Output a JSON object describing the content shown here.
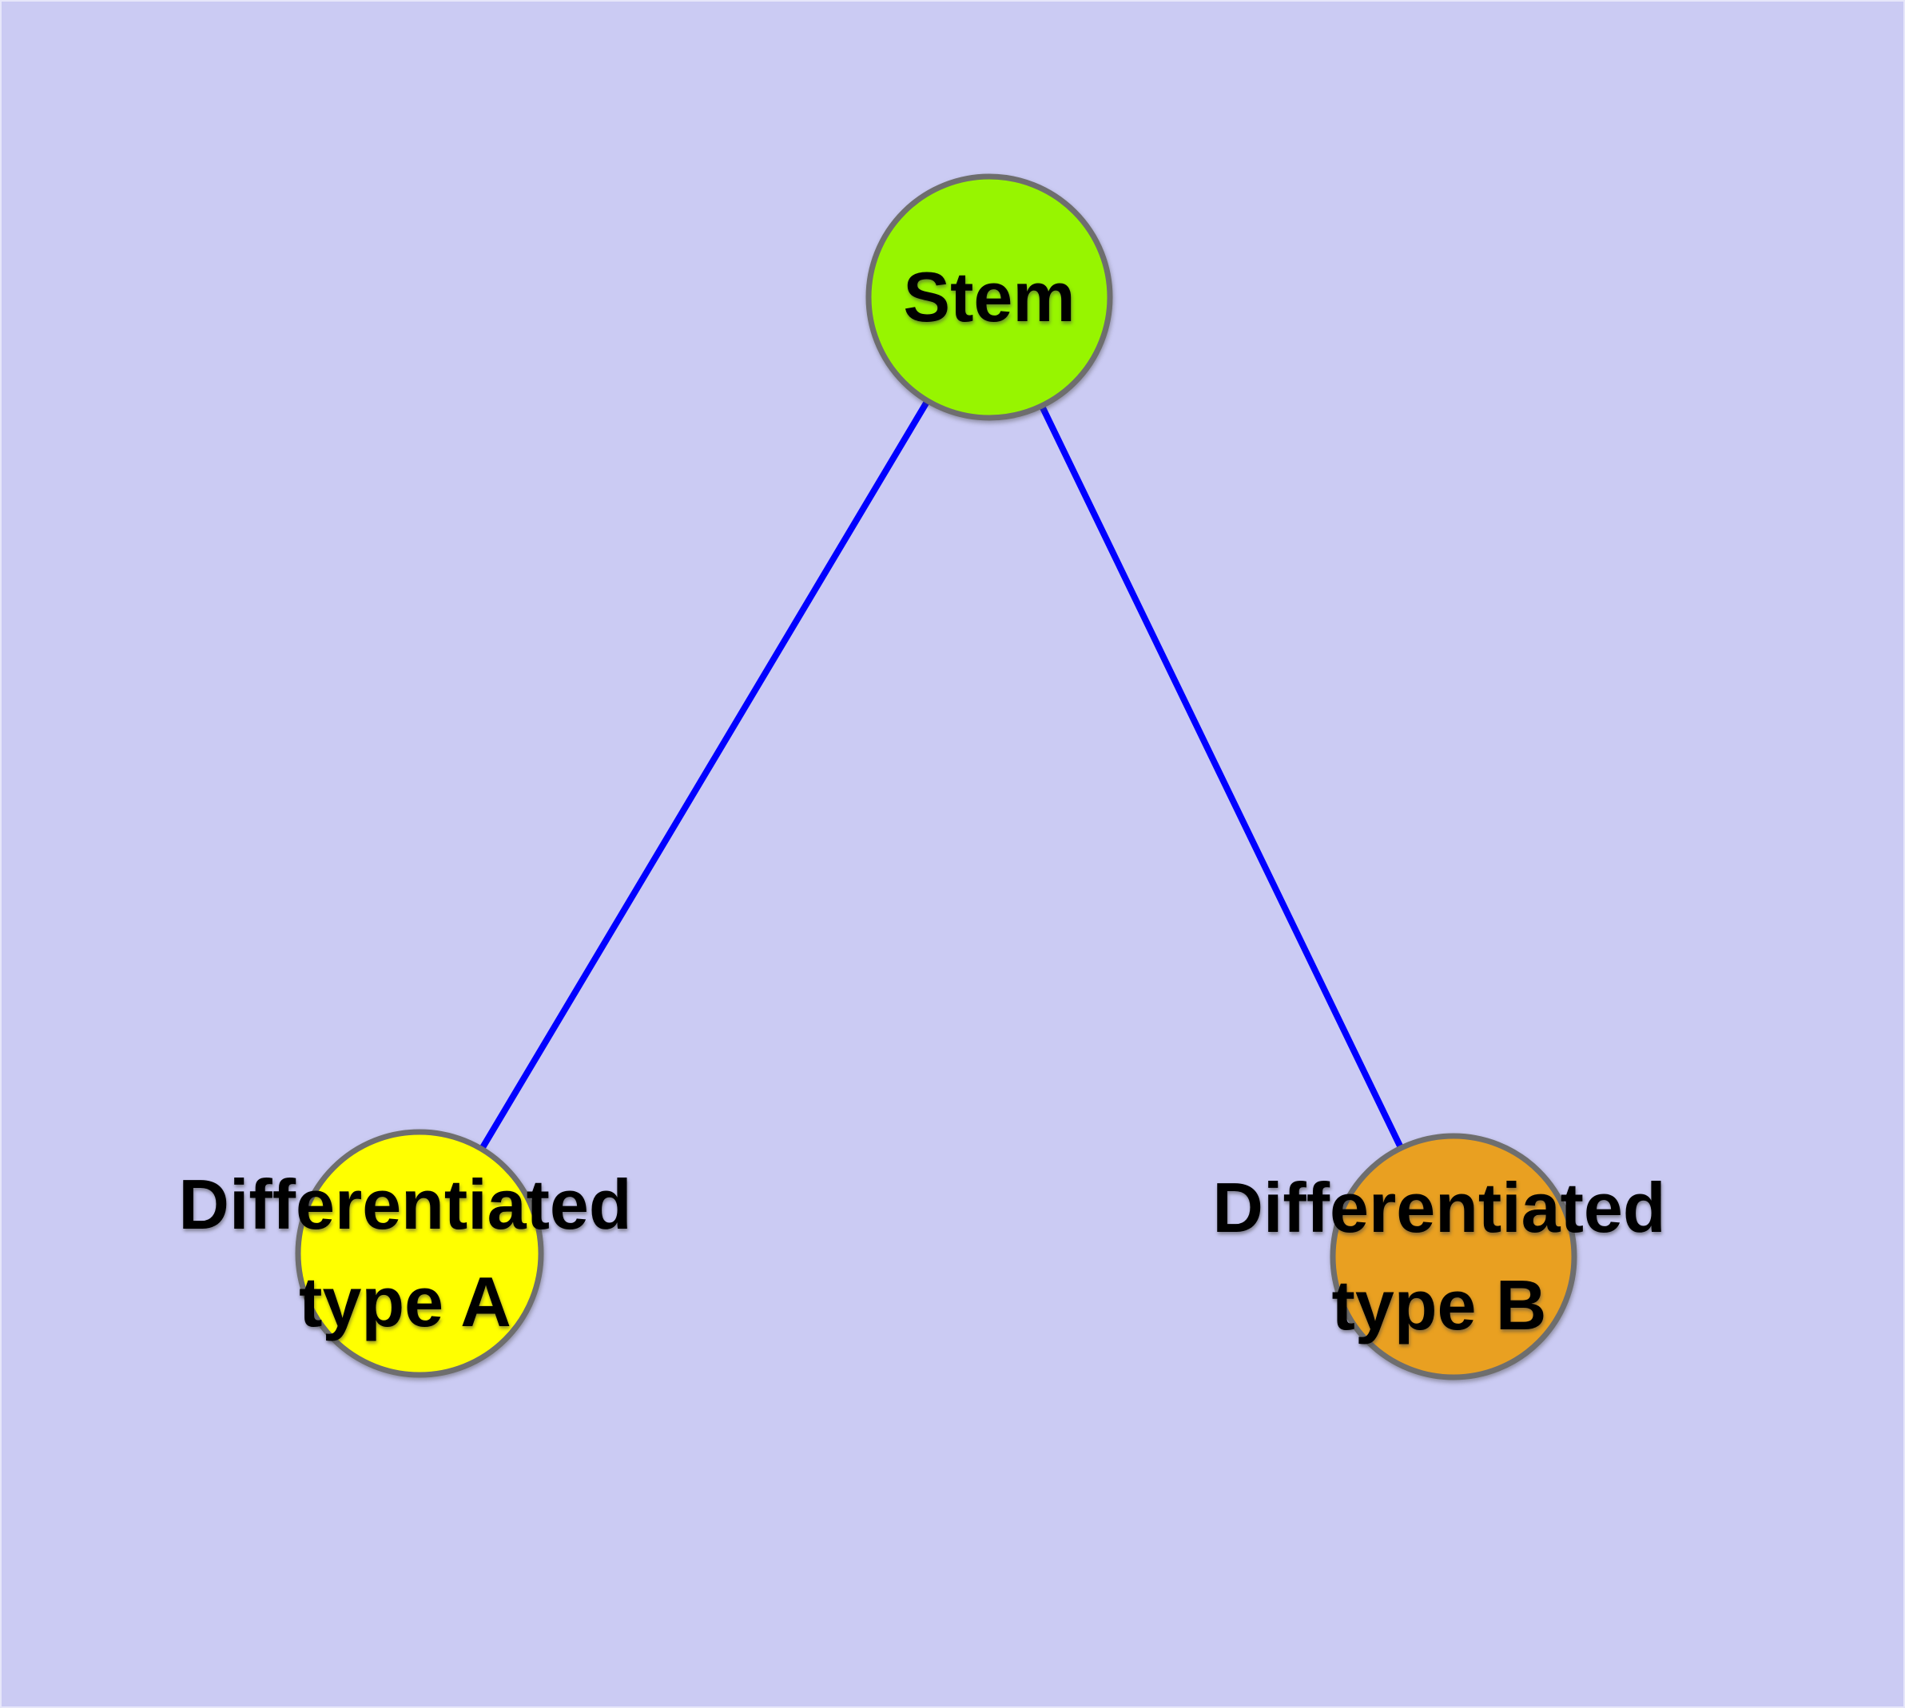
{
  "diagram": {
    "background_color": "#CBCBF3",
    "edge_color": "#0000FF",
    "node_border_color": "#6E6E6E",
    "text_color": "#000000",
    "nodes": [
      {
        "id": "stem",
        "label": "Stem",
        "lines": [
          "Stem"
        ],
        "fill": "#97F500"
      },
      {
        "id": "differentiated-type-a",
        "label": "Differentiated type A",
        "lines": [
          "Differentiated",
          "type A"
        ],
        "fill": "#FFFF00"
      },
      {
        "id": "differentiated-type-b",
        "label": "Differentiated type B",
        "lines": [
          "Differentiated",
          "type B"
        ],
        "fill": "#E9A021"
      }
    ],
    "edges": [
      {
        "from": "Stem",
        "to": "Differentiated type A"
      },
      {
        "from": "Stem",
        "to": "Differentiated type B"
      }
    ]
  }
}
